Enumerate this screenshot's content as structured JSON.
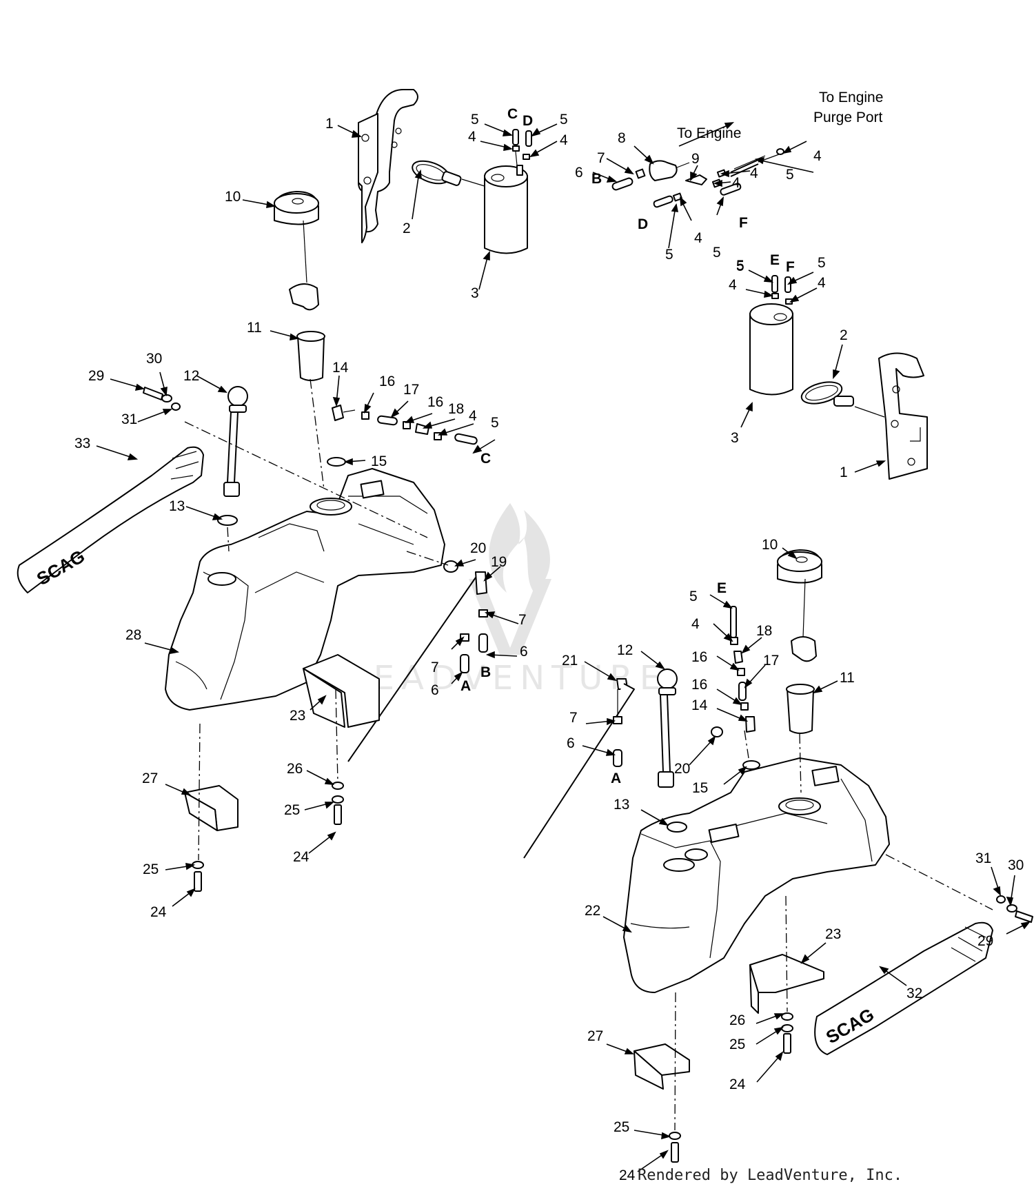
{
  "watermark": {
    "text": "LEADVENTURE"
  },
  "footer": {
    "credit": "Rendered by LeadVenture, Inc."
  },
  "notes": [
    {
      "id": "note-to-engine",
      "lines": [
        "To Engine"
      ]
    },
    {
      "id": "note-purge-port",
      "lines": [
        "To Engine",
        "Purge Port"
      ]
    }
  ],
  "connectors": [
    "A",
    "B",
    "C",
    "D",
    "E",
    "F"
  ],
  "callouts": {
    "tl": [
      "1",
      "2",
      "3",
      "5",
      "4",
      "5",
      "4",
      "10",
      "11"
    ],
    "tr": [
      "8",
      "7",
      "6",
      "9",
      "5",
      "4",
      "4",
      "4",
      "5",
      "5",
      "5",
      "4",
      "5",
      "4",
      "5",
      "4",
      "2",
      "3",
      "1"
    ],
    "ml": [
      "30",
      "29",
      "12",
      "31",
      "33",
      "13",
      "14",
      "16",
      "17",
      "16",
      "18",
      "4",
      "5",
      "15",
      "28",
      "20",
      "19",
      "7",
      "6",
      "7",
      "6",
      "23"
    ],
    "lo": [
      "27",
      "26",
      "25",
      "25",
      "24",
      "24"
    ],
    "rc": [
      "10",
      "5",
      "4",
      "18",
      "16",
      "17",
      "16",
      "14",
      "12",
      "21",
      "7",
      "6",
      "20",
      "15",
      "11",
      "13"
    ],
    "rb": [
      "31",
      "30",
      "29",
      "22",
      "23",
      "32",
      "26",
      "25",
      "24",
      "27",
      "25",
      "24"
    ]
  }
}
